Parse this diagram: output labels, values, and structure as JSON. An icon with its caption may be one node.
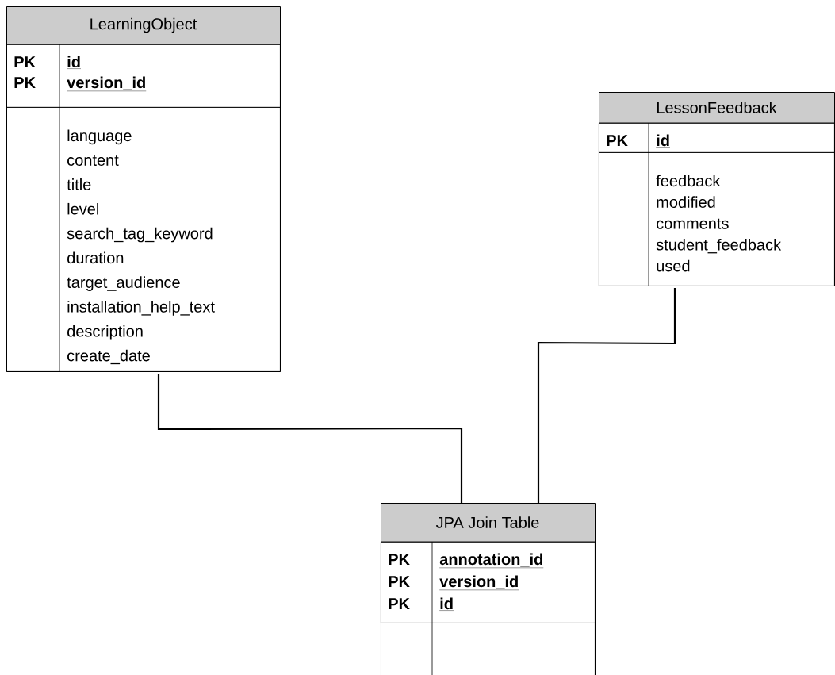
{
  "diagram": {
    "nodes": [
      {
        "text": [
          "LearningObject"
        ]
      },
      {
        "text": [
          "PK",
          "id",
          "PK",
          "version_id"
        ],
        "in": 0
      },
      {
        "text": [
          "language",
          "content",
          "title",
          "level",
          "search_tag_keyword",
          "duration",
          "target_audience",
          "installation_help_text",
          "description",
          "create_date"
        ],
        "in": 0
      },
      {
        "text": [
          "LessonFeedback"
        ]
      },
      {
        "text": [
          "PK",
          "id"
        ],
        "in": 3
      },
      {
        "text": [
          "feedback",
          "modified",
          "comments",
          "student_feedback",
          "used"
        ],
        "in": 3
      },
      {
        "text": [
          "JPA Join Table"
        ]
      },
      {
        "text": [
          "PK",
          "annotation_id",
          "PK",
          "version_id",
          "PK",
          "id"
        ],
        "in": 6
      },
      {
        "text": [],
        "shape": "box",
        "in": 6
      }
    ],
    "edges": [
      {
        "from": 0,
        "to": 6,
        "arrow": "none"
      },
      {
        "from": 3,
        "to": 6,
        "arrow": "none"
      }
    ]
  }
}
